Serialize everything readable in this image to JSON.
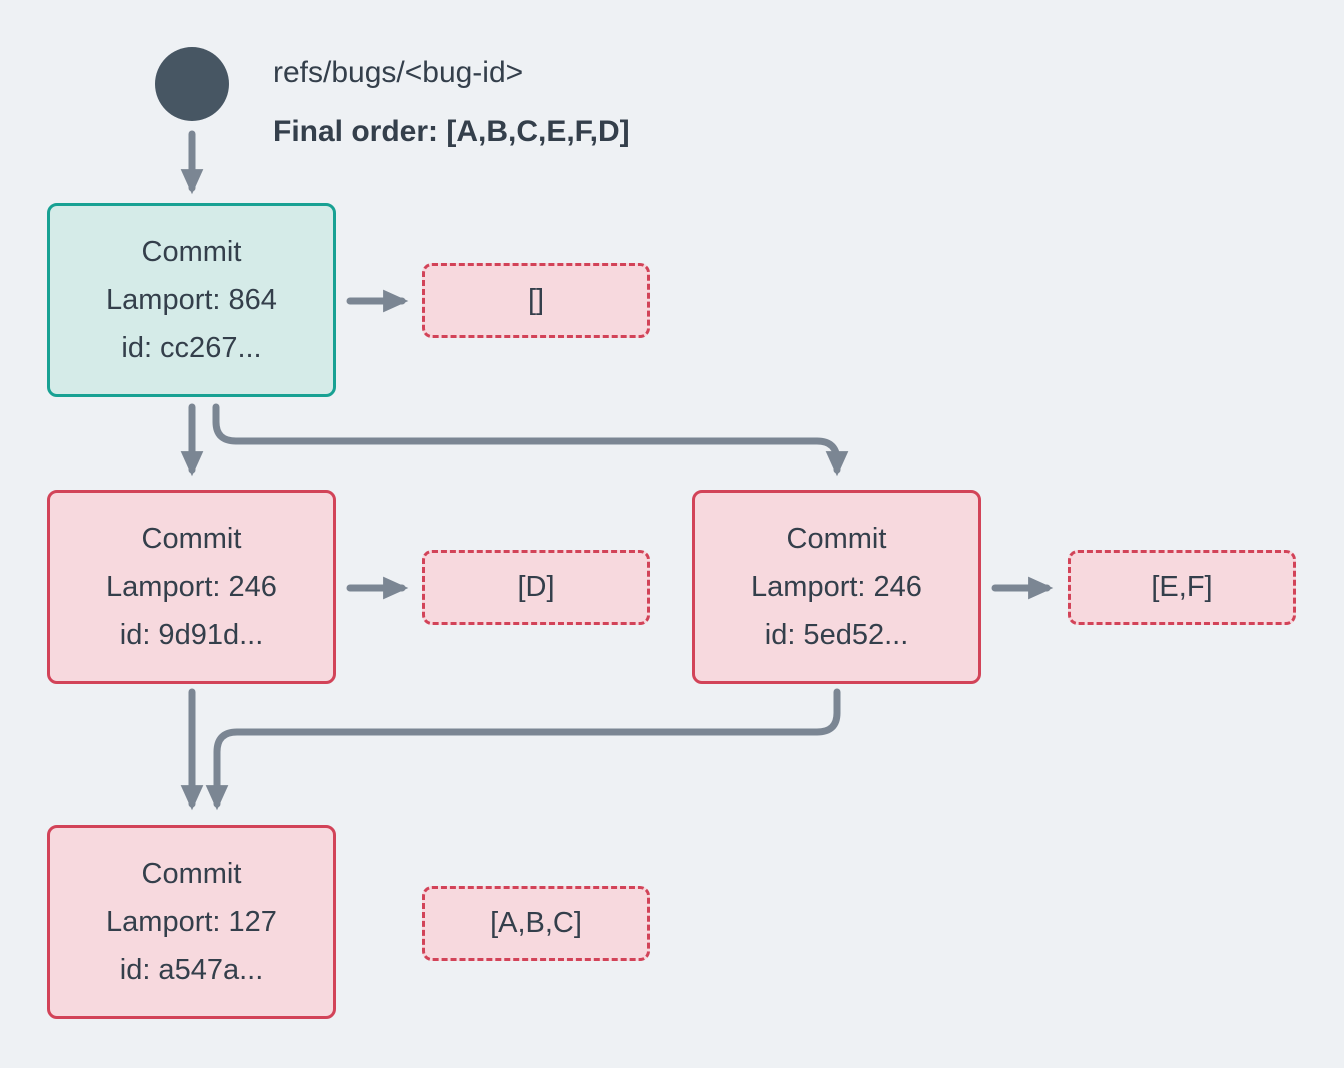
{
  "header": {
    "ref_label": "refs/bugs/<bug-id>",
    "final_order": "Final order: [A,B,C,E,F,D]"
  },
  "nodes": [
    {
      "title": "Commit",
      "lamport": "Lamport: 864",
      "id_line": "id: cc267...",
      "ops": "[]",
      "variant": "teal"
    },
    {
      "title": "Commit",
      "lamport": "Lamport: 246",
      "id_line": "id: 9d91d...",
      "ops": "[D]",
      "variant": "pink"
    },
    {
      "title": "Commit",
      "lamport": "Lamport: 246",
      "id_line": "id: 5ed52...",
      "ops": "[E,F]",
      "variant": "pink"
    },
    {
      "title": "Commit",
      "lamport": "Lamport: 127",
      "id_line": "id: a547a...",
      "ops": "[A,B,C]",
      "variant": "pink"
    }
  ],
  "colors": {
    "bg": "#eef1f4",
    "text": "#343f4b",
    "arrow": "#7b8693",
    "circle": "#475663",
    "teal_border": "#18a193",
    "teal_fill": "#d5ebe8",
    "red_border": "#d24358",
    "pink_fill": "#f7d9de"
  }
}
